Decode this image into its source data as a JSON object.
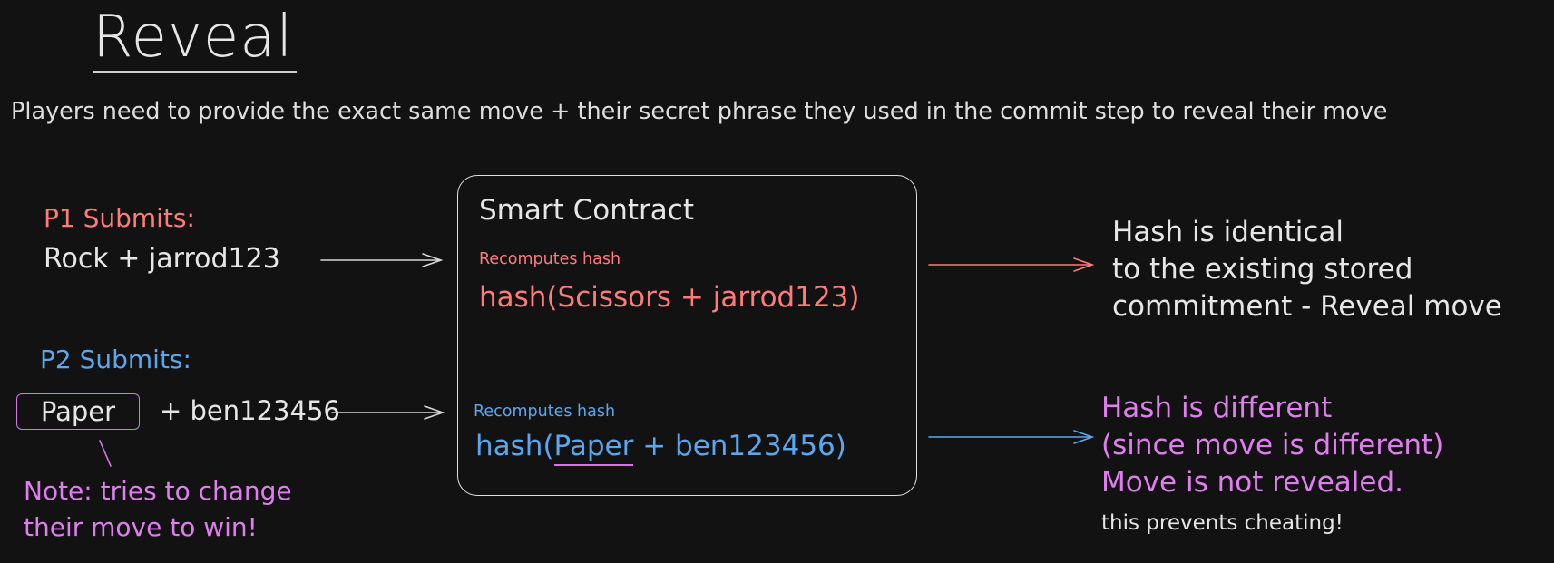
{
  "title": "Reveal",
  "subtitle": "Players need to provide the exact same move + their secret phrase they used in the commit step to reveal their move",
  "player1": {
    "heading": "P1 Submits:",
    "submission": "Rock + jarrod123"
  },
  "player2": {
    "heading": "P2 Submits:",
    "move": "Paper",
    "secret": "+ ben123456",
    "note": "Note: tries to change\ntheir move to win!"
  },
  "contract": {
    "title": "Smart Contract",
    "p1_step": "Recomputes hash",
    "p1_hash": "hash(Scissors + jarrod123)",
    "p2_step": "Recomputes hash",
    "p2_hash_prefix": "hash(",
    "p2_hash_move": "Paper",
    "p2_hash_suffix": " + ben123456)"
  },
  "results": {
    "p1_result": "Hash is identical\nto the existing stored\ncommitment - Reveal move",
    "p2_result": "Hash is different\n(since move is different)\nMove is not revealed.",
    "p2_note": "this prevents cheating!"
  },
  "colors": {
    "background": "#121212",
    "player1": "#ff7b7b",
    "player2": "#5aa7f0",
    "note": "#e07ef0",
    "text": "#e6e6e6"
  }
}
